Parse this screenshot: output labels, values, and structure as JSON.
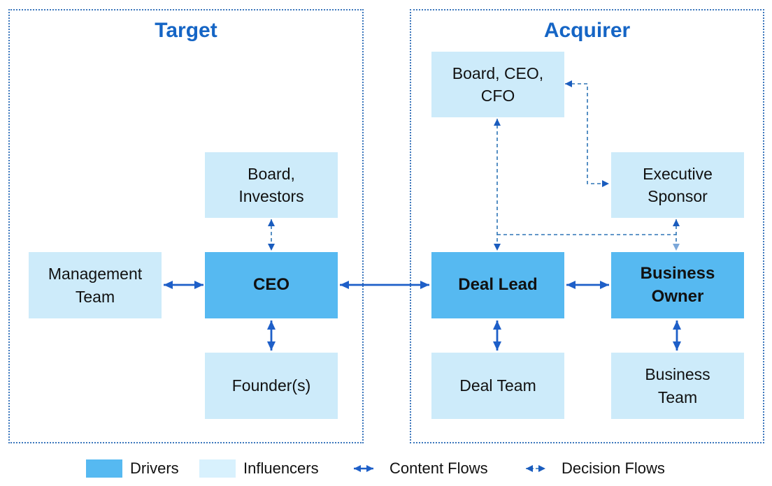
{
  "diagram": {
    "sections": [
      {
        "id": "target",
        "title": "Target"
      },
      {
        "id": "acquirer",
        "title": "Acquirer"
      }
    ],
    "nodes": {
      "management_team": {
        "label": "Management\nTeam",
        "type": "influencer",
        "section": "target"
      },
      "board_investors": {
        "label": "Board,\nInvestors",
        "type": "influencer",
        "section": "target"
      },
      "ceo": {
        "label": "CEO",
        "type": "driver",
        "section": "target"
      },
      "founders": {
        "label": "Founder(s)",
        "type": "influencer",
        "section": "target"
      },
      "board_ceo_cfo": {
        "label": "Board, CEO,\nCFO",
        "type": "influencer",
        "section": "acquirer"
      },
      "executive_sponsor": {
        "label": "Executive\nSponsor",
        "type": "influencer",
        "section": "acquirer"
      },
      "deal_lead": {
        "label": "Deal Lead",
        "type": "driver",
        "section": "acquirer"
      },
      "business_owner": {
        "label": "Business\nOwner",
        "type": "driver",
        "section": "acquirer"
      },
      "deal_team": {
        "label": "Deal Team",
        "type": "influencer",
        "section": "acquirer"
      },
      "business_team": {
        "label": "Business\nTeam",
        "type": "influencer",
        "section": "acquirer"
      }
    },
    "flows": [
      {
        "from": "Management Team",
        "to": "CEO",
        "type": "content",
        "bidirectional": true
      },
      {
        "from": "CEO",
        "to": "Founder(s)",
        "type": "content",
        "bidirectional": true
      },
      {
        "from": "CEO",
        "to": "Deal Lead",
        "type": "content",
        "bidirectional": true
      },
      {
        "from": "Deal Lead",
        "to": "Business Owner",
        "type": "content",
        "bidirectional": true
      },
      {
        "from": "Deal Lead",
        "to": "Deal Team",
        "type": "content",
        "bidirectional": true
      },
      {
        "from": "Business Owner",
        "to": "Business Team",
        "type": "content",
        "bidirectional": true
      },
      {
        "from": "Board, Investors",
        "to": "CEO",
        "type": "decision",
        "bidirectional": true
      },
      {
        "from": "Board, CEO, CFO",
        "to": "Deal Lead",
        "type": "decision",
        "bidirectional": true
      },
      {
        "from": "Board, CEO, CFO",
        "to": "Executive Sponsor",
        "type": "decision",
        "bidirectional": true
      },
      {
        "from": "Executive Sponsor",
        "to": "Business Owner",
        "type": "decision",
        "bidirectional": true
      },
      {
        "from": "Deal Lead",
        "to": "Executive Sponsor",
        "type": "decision",
        "bidirectional": false
      }
    ]
  },
  "legend": {
    "items": [
      {
        "label": "Drivers",
        "symbol": "driver-swatch"
      },
      {
        "label": "Influencers",
        "symbol": "influencer-swatch"
      },
      {
        "label": "Content Flows",
        "symbol": "solid-double-arrow"
      },
      {
        "label": "Decision Flows",
        "symbol": "dashed-double-arrow"
      }
    ]
  },
  "colors": {
    "driver_fill": "#56B9F1",
    "influencer_fill": "#CDEBFA",
    "legend_influencer_fill": "#D8F1FD",
    "content_flow": "#1E5FC8",
    "decision_flow": "#2E75B5",
    "decision_arrowhead_dark": "#1A5CBE",
    "decision_arrowhead_light": "#7BA7D9",
    "section_title": "#1565C5",
    "section_border": "#3B76BC",
    "text": "#111111"
  }
}
